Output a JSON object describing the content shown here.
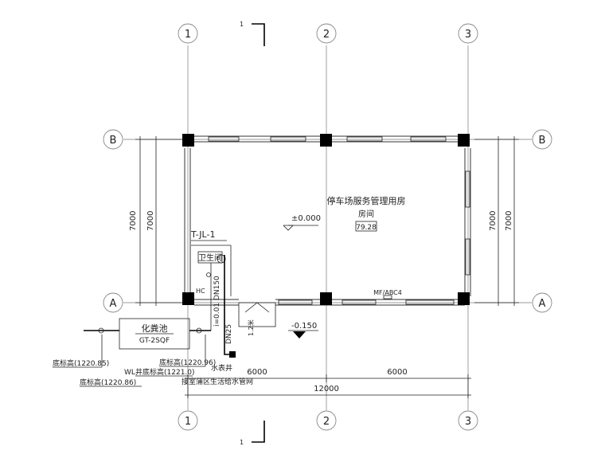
{
  "axes": {
    "col_1": "1",
    "col_2": "2",
    "col_3": "3",
    "row_A": "A",
    "row_B": "B"
  },
  "section_mark": "1",
  "room": {
    "name": "停车场服务管理用房",
    "sub": "房间",
    "area": "79.28"
  },
  "elevations": {
    "floor": "±0.000",
    "outdoor": "-0.150"
  },
  "labels": {
    "riser": "T-JL-1",
    "toilet": "卫生间",
    "extinguisher": "MF/ABC4",
    "hc": "HC",
    "slope": "i=0.01 DN150",
    "pipe_dn": "DN25",
    "septic_name": "化粪池",
    "septic_model": "GT-2SQF",
    "water_meter": "水表井",
    "connect_note": "接室蒲区生活给水管网",
    "wl": "WL",
    "bottom_left_1": "底标高(1220.85)",
    "bottom_left_2": "底标高(1220.86)",
    "bottom_right": "底标高(1220.96)",
    "well_bottom": "井底标高(1221.0)",
    "door_sign": "1.2米"
  },
  "dims": {
    "vertical": "7000",
    "span_1": "6000",
    "span_2": "6000",
    "total": "12000"
  }
}
